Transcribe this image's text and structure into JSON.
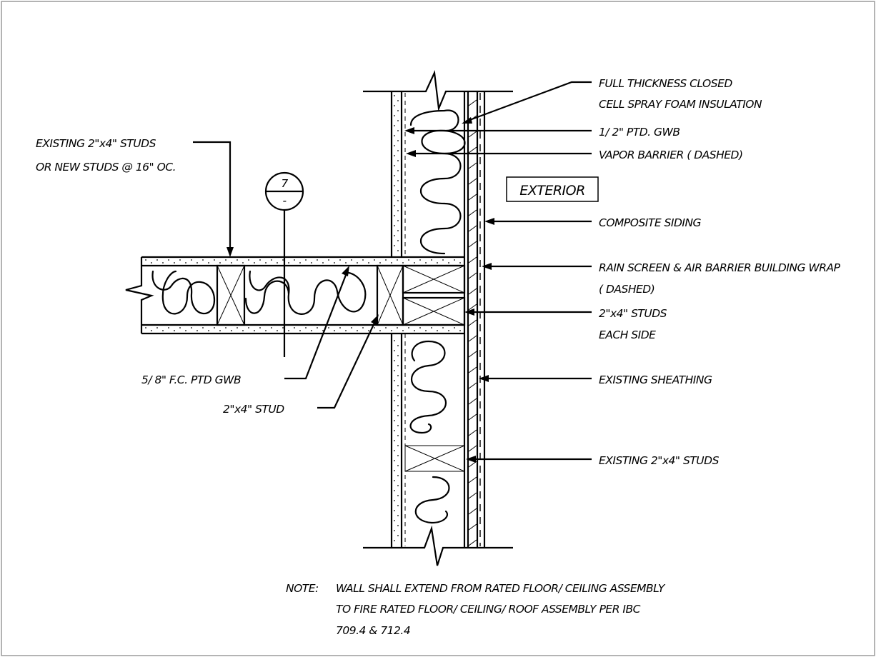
{
  "callouts": {
    "existing_studs_top_1": "EXISTING 2\"x4\" STUDS",
    "existing_studs_top_2": "OR NEW STUDS @ 16\" OC.",
    "spray_foam_1": "FULL THICKNESS CLOSED",
    "spray_foam_2": "CELL SPRAY FOAM INSULATION",
    "gwb_half": "1/ 2\" PTD. GWB",
    "vapor_barrier": "VAPOR BARRIER ( DASHED)",
    "exterior": "EXTERIOR",
    "composite_siding": "COMPOSITE SIDING",
    "rain_screen_1": "RAIN SCREEN & AIR BARRIER BUILDING WRAP",
    "rain_screen_2": "( DASHED)",
    "studs_each_side_1": "2\"x4\" STUDS",
    "studs_each_side_2": "EACH SIDE",
    "existing_sheathing": "EXISTING SHEATHING",
    "existing_studs_bottom": "EXISTING 2\"x4\" STUDS",
    "gwb_five_eighths": "5/ 8\" F.C. PTD GWB",
    "stud_2x4": "2\"x4\" STUD"
  },
  "section_marker": {
    "number": "7",
    "sheet": "-"
  },
  "note": {
    "label": "NOTE:",
    "line1": "WALL SHALL EXTEND FROM RATED FLOOR/ CEILING ASSEMBLY",
    "line2": "TO FIRE RATED FLOOR/ CEILING/ ROOF ASSEMBLY PER IBC",
    "line3": "709.4 & 712.4"
  }
}
